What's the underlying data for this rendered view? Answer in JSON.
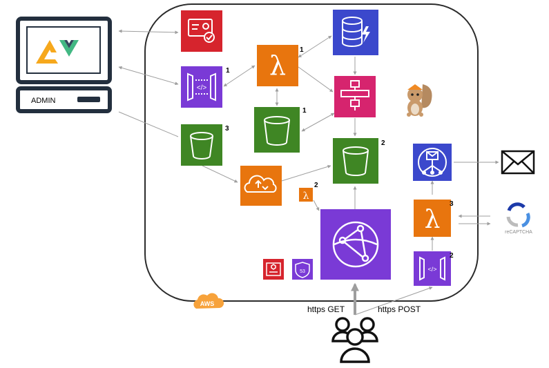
{
  "admin": {
    "label": "ADMIN"
  },
  "flows": {
    "get_label": "https GET",
    "post_label": "https POST"
  },
  "cloud_badge": {
    "text": "AWS"
  },
  "recaptcha": {
    "label": "reCAPTCHA",
    "icon": "recaptcha-icon"
  },
  "badges": {
    "cognito": "",
    "api_gateway_admin": "1",
    "lambda_main": "1",
    "dynamodb": "",
    "step_functions": "",
    "bucket_1": "1",
    "bucket_3": "3",
    "bucket_2": "2",
    "transcoder": "",
    "lambda_edge": "2",
    "cloudfront": "",
    "sns": "",
    "lambda_contact": "3",
    "api_gateway_contact": "2"
  },
  "colors": {
    "security": "#d6242d",
    "integration": "#7a3ad6",
    "compute": "#e8750e",
    "database": "#3b48cc",
    "app_integration": "#d6246e",
    "storage": "#3f8624",
    "cloud_border": "#2b2b2b",
    "aws_badge": "#f7a23b",
    "edge": "#9e9e9e"
  },
  "icons": [
    "vue-logo-icon",
    "certificate-icon",
    "api-gateway-icon",
    "lambda-icon",
    "dynamodb-icon",
    "step-functions-icon",
    "bucket-icon",
    "media-convert-icon",
    "cloudfront-icon",
    "sns-icon",
    "mail-icon",
    "users-icon",
    "squirrel-mascot-icon",
    "acm-icon",
    "route53-icon"
  ]
}
